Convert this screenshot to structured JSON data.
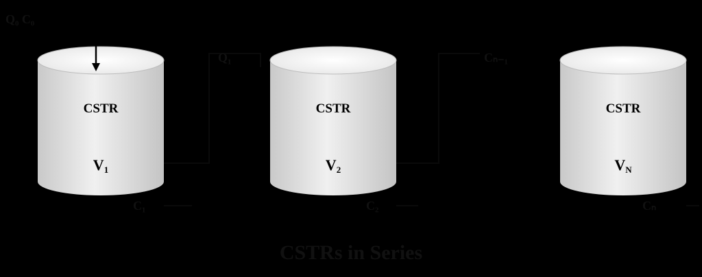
{
  "inlet_label": "Q₀ C₀",
  "reactors": [
    {
      "name": "CSTR",
      "volume": "V",
      "volume_sub": "1",
      "flow_label": "Q₁",
      "exit_label": "C₁"
    },
    {
      "name": "CSTR",
      "volume": "V",
      "volume_sub": "2",
      "flow_label": "",
      "exit_label": "C₂"
    },
    {
      "name": "CSTR",
      "volume": "V",
      "volume_sub": "N",
      "flow_label": "",
      "exit_label": "Cₙ"
    }
  ],
  "mid_label": "Cₙ₋₁",
  "caption": "CSTRs in Series",
  "colors": {
    "background": "#000000",
    "tank_body": "#dcdcdc",
    "tank_rim": "#f2f2f2",
    "text": "#111111"
  }
}
